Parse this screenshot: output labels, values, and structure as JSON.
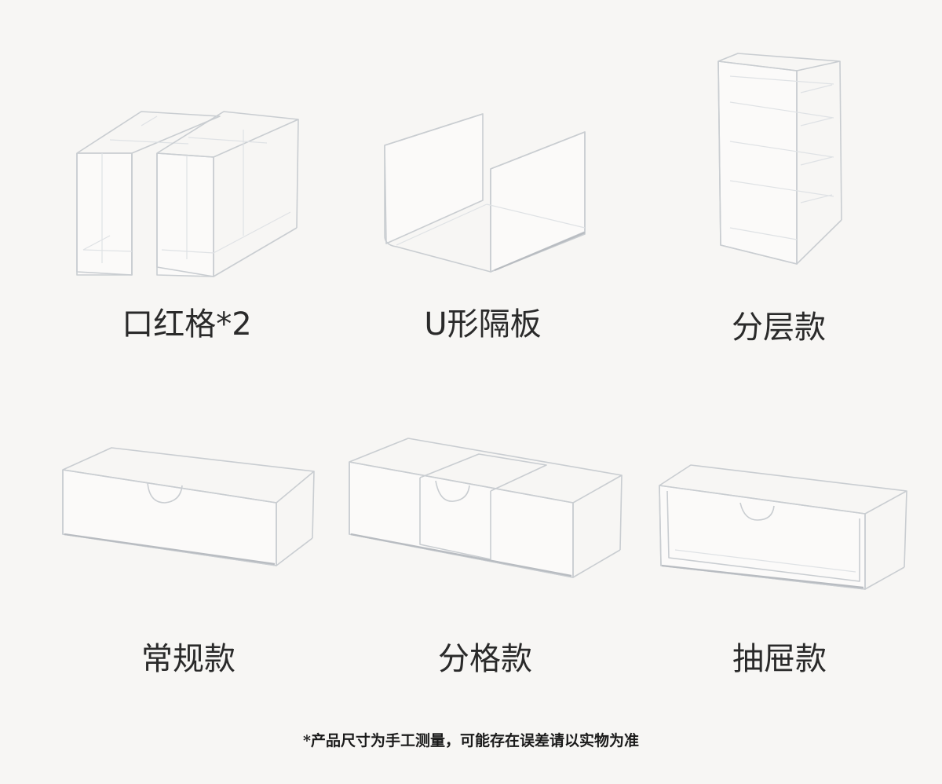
{
  "products": [
    {
      "id": "lipstick",
      "label": "口红格*2",
      "icon": "lipstick-grid-organizer-image"
    },
    {
      "id": "u-divider",
      "label": "U形隔板",
      "icon": "u-shaped-divider-image"
    },
    {
      "id": "tiered",
      "label": "分层款",
      "icon": "tiered-shelf-organizer-image"
    },
    {
      "id": "regular",
      "label": "常规款",
      "icon": "regular-box-image"
    },
    {
      "id": "compartment",
      "label": "分格款",
      "icon": "compartment-box-image"
    },
    {
      "id": "drawer",
      "label": "抽屉款",
      "icon": "drawer-box-image"
    }
  ],
  "footnote": "*产品尺寸为手工测量，可能存在误差请以实物为准",
  "colors": {
    "background": "#f7f6f4",
    "text": "#2a2a2a",
    "outline": "#c9cdd1"
  }
}
